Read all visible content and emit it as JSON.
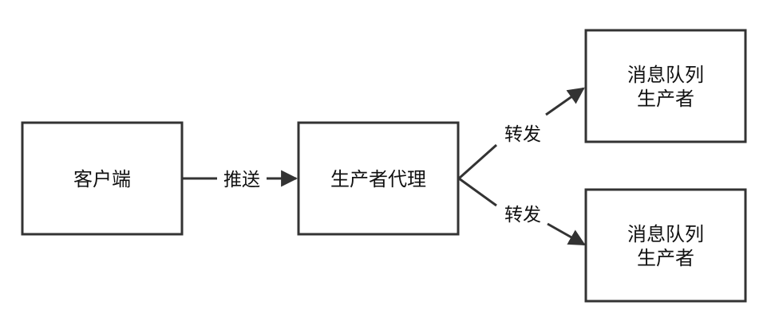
{
  "nodes": {
    "client": "客户端",
    "proxy": "生产者代理",
    "mq_top": [
      "消息队列",
      "生产者"
    ],
    "mq_bottom": [
      "消息队列",
      "生产者"
    ]
  },
  "edges": {
    "push": "推送",
    "forward_top": "转发",
    "forward_bottom": "转发"
  },
  "colors": {
    "stroke": "#333333",
    "fill": "#ffffff",
    "text": "#111111"
  }
}
